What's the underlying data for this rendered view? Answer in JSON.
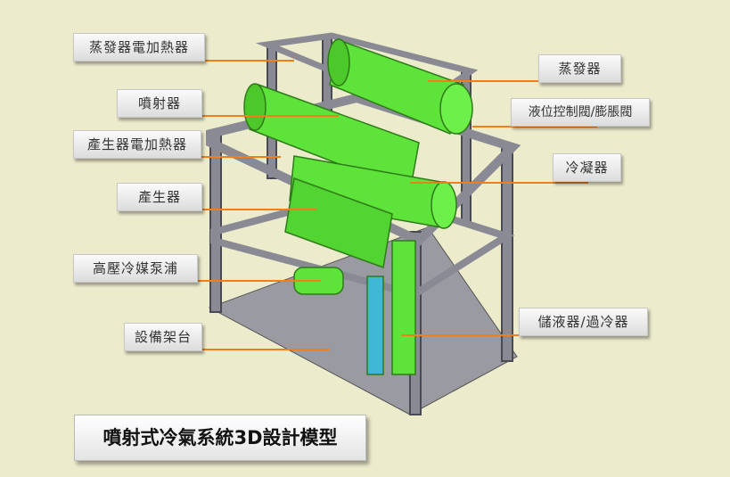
{
  "title": "噴射式冷氣系統3D設計模型",
  "labels": {
    "evaporator_heater": "蒸發器電加熱器",
    "ejector": "噴射器",
    "generator_heater": "產生器電加熱器",
    "generator": "產生器",
    "pump": "高壓冷媒泵浦",
    "frame": "設備架台",
    "evaporator": "蒸發器",
    "valve": "液位控制閥/膨脹閥",
    "condenser": "冷凝器",
    "receiver": "儲液器/過冷器"
  },
  "colors": {
    "background": "#ecebcc",
    "leader": "#f07f1a",
    "tank": "#5ee33a",
    "frame": "#8a8a94"
  }
}
